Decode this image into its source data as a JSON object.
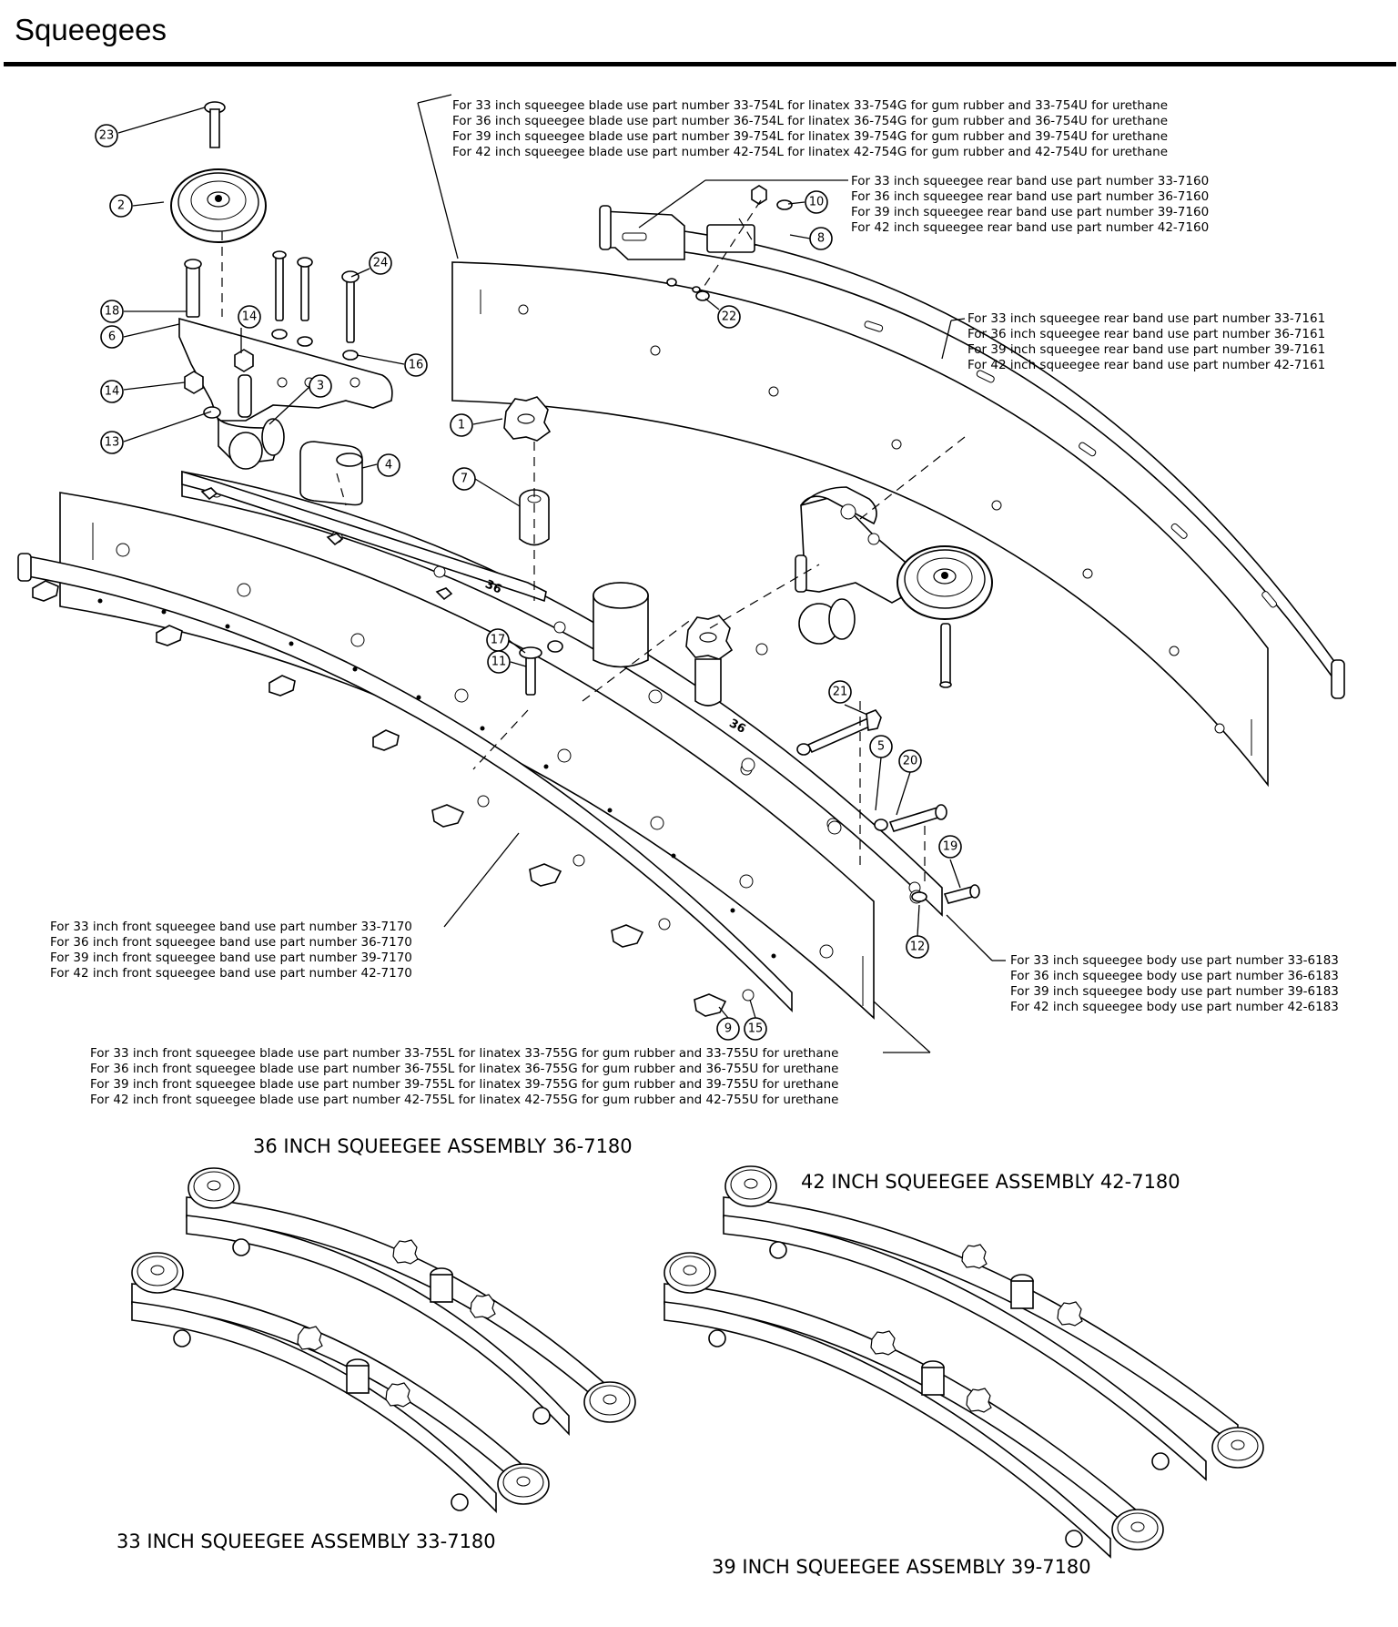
{
  "title": "Squeegees",
  "callouts": [
    "23",
    "2",
    "18",
    "6",
    "14",
    "14",
    "13",
    "3",
    "24",
    "16",
    "4",
    "1",
    "7",
    "10",
    "8",
    "22",
    "17",
    "11",
    "21",
    "5",
    "20",
    "19",
    "12",
    "9",
    "15"
  ],
  "notes": {
    "rear_blade": [
      "For 33 inch squeegee blade use part number 33-754L for linatex 33-754G for gum rubber and 33-754U for urethane",
      "For 36 inch squeegee blade use part number 36-754L for linatex 36-754G for gum rubber and 36-754U for urethane",
      "For 39 inch squeegee blade use part number 39-754L for linatex 39-754G for gum rubber and 39-754U for urethane",
      "For 42 inch squeegee blade use part number 42-754L for linatex 42-754G for gum rubber and 42-754U for urethane"
    ],
    "rear_band_7160": [
      "For 33 inch squeegee rear band use part number 33-7160",
      "For 36 inch squeegee rear band use part number 36-7160",
      "For 39 inch squeegee rear band use part number 39-7160",
      "For 42 inch squeegee rear band use part number 42-7160"
    ],
    "rear_band_7161": [
      "For 33 inch squeegee rear band use part number 33-7161",
      "For 36 inch squeegee rear band use part number 36-7161",
      "For 39 inch squeegee rear band use part number 39-7161",
      "For 42 inch squeegee rear band use part number 42-7161"
    ],
    "front_band": [
      "For 33 inch front squeegee band use part number 33-7170",
      "For 36 inch front squeegee band use part number 36-7170",
      "For 39 inch front squeegee band use part number 39-7170",
      "For 42 inch front squeegee band use part number 42-7170"
    ],
    "body": [
      "For 33 inch squeegee body use part number 33-6183",
      "For 36 inch squeegee body use part number 36-6183",
      "For 39 inch squeegee body use part number 39-6183",
      "For 42 inch squeegee body use part number 42-6183"
    ],
    "front_blade": [
      "For 33 inch front squeegee blade use part number 33-755L for linatex 33-755G for gum rubber and 33-755U for urethane",
      "For 36 inch front squeegee blade use part number 36-755L for linatex 36-755G for gum rubber and 36-755U for urethane",
      "For 39 inch front squeegee blade use part number 39-755L for linatex 39-755G for gum rubber and 39-755U for urethane",
      "For 42 inch front squeegee blade use part number 42-755L for linatex 42-755G for gum rubber and 42-755U for urethane"
    ]
  },
  "assemblies": {
    "a36": "36 INCH SQUEEGEE ASSEMBLY 36-7180",
    "a42": "42 INCH SQUEEGEE ASSEMBLY 42-7180",
    "a33": "33 INCH SQUEEGEE ASSEMBLY 33-7180",
    "a39": "39 INCH SQUEEGEE ASSEMBLY 39-7180"
  },
  "stamps": [
    "36",
    "36"
  ]
}
